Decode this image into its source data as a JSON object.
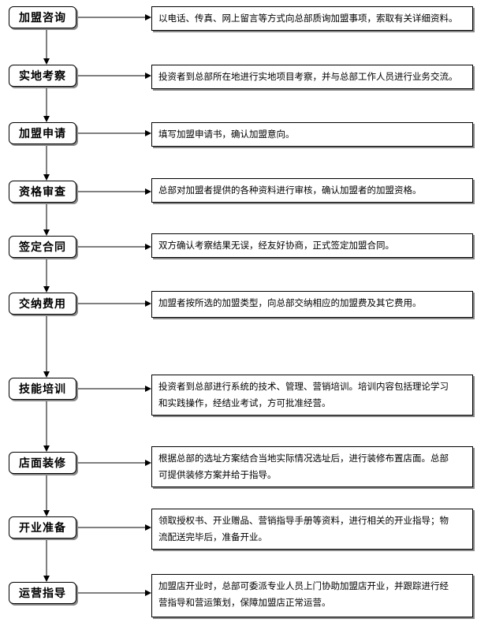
{
  "steps": [
    {
      "title": "加盟咨询",
      "description": "以电话、传真、网上留言等方式向总部质询加盟事项，索取有关详细资料。"
    },
    {
      "title": "实地考察",
      "description": "投资者到总部所在地进行实地项目考察，并与总部工作人员进行业务交流。"
    },
    {
      "title": "加盟申请",
      "description": "填写加盟申请书，确认加盟意向。"
    },
    {
      "title": "资格审查",
      "description": "总部对加盟者提供的各种资料进行审核，确认加盟者的加盟资格。"
    },
    {
      "title": "签定合同",
      "description": "双方确认考察结果无误，经友好协商，正式签定加盟合同。"
    },
    {
      "title": "交纳费用",
      "description": "加盟者按所选的加盟类型，向总部交纳相应的加盟费及其它费用。"
    },
    {
      "title": "技能培训",
      "description": "投资者到总部进行系统的技术、管理、营销培训。培训内容包括理论学习\n和实践操作，经结业考试，方可批准经营。"
    },
    {
      "title": "店面装修",
      "description": "根据总部的选址方案结合当地实际情况选址后，进行装修布置店面。总部\n可提供装修方案并给于指导。"
    },
    {
      "title": "开业准备",
      "description": "领取授权书、开业赠品、营销指导手册等资料，进行相关的开业指导；物\n流配送完毕后，准备开业。"
    },
    {
      "title": "运营指导",
      "description": "加盟店开业时，总部可委派专业人员上门协助加盟店开业，并跟踪进行经\n营指导和营运策划，保障加盟店正常运营。"
    }
  ]
}
